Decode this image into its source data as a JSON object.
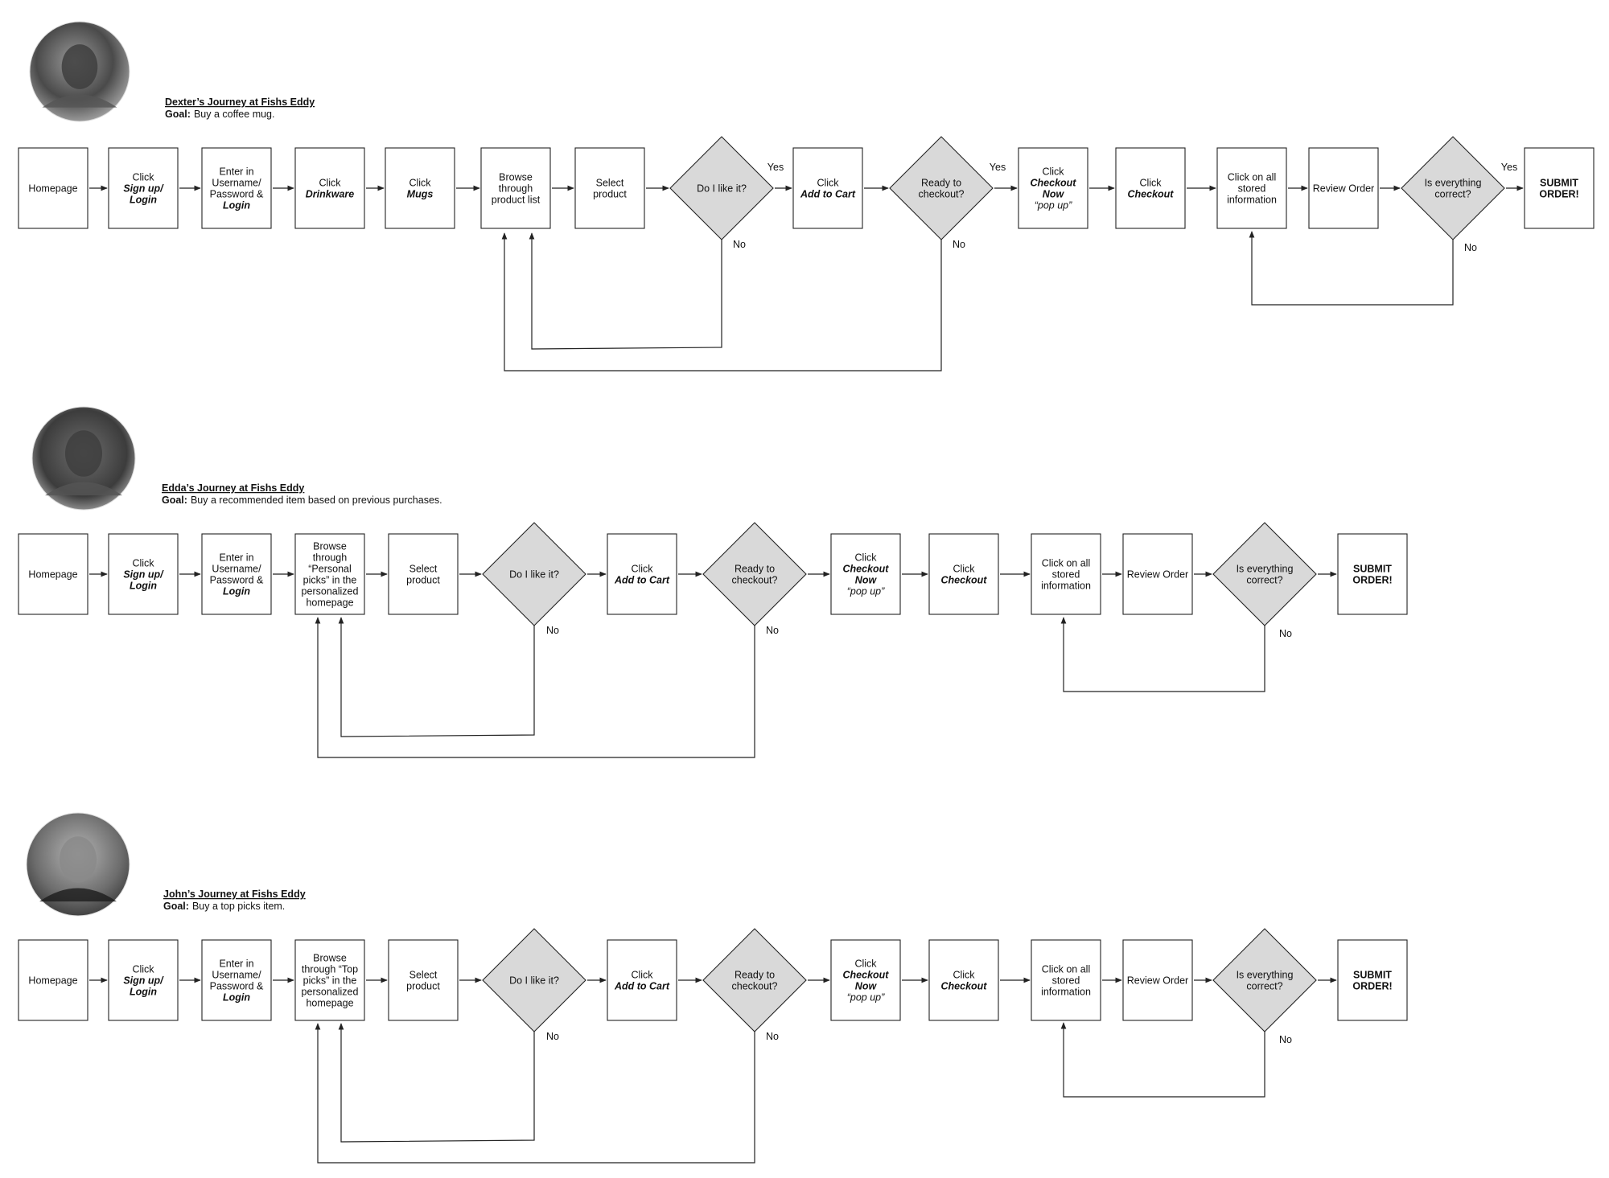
{
  "journeys": [
    {
      "title": "Dexter’s Journey at Fishs Eddy",
      "goal_label": "Goal:",
      "goal": "Buy a coffee mug.",
      "avatar": "portrait-photo",
      "steps": [
        {
          "id": "homepage",
          "type": "box",
          "lines": [
            {
              "t": "Homepage"
            }
          ]
        },
        {
          "id": "signup",
          "type": "box",
          "lines": [
            {
              "t": "Click"
            },
            {
              "t": "Sign up/",
              "s": "bi"
            },
            {
              "t": "Login",
              "s": "bi"
            }
          ]
        },
        {
          "id": "enter",
          "type": "box",
          "lines": [
            {
              "t": "Enter in"
            },
            {
              "t": "Username/"
            },
            {
              "t": "Password &"
            },
            {
              "t": "Login",
              "s": "bi"
            }
          ]
        },
        {
          "id": "drinkware",
          "type": "box",
          "lines": [
            {
              "t": "Click"
            },
            {
              "t": "Drinkware",
              "s": "bi"
            }
          ]
        },
        {
          "id": "mugs",
          "type": "box",
          "lines": [
            {
              "t": "Click"
            },
            {
              "t": "Mugs",
              "s": "bi"
            }
          ]
        },
        {
          "id": "browse",
          "type": "box",
          "lines": [
            {
              "t": "Browse"
            },
            {
              "t": "through"
            },
            {
              "t": "product list"
            }
          ]
        },
        {
          "id": "select",
          "type": "box",
          "lines": [
            {
              "t": "Select"
            },
            {
              "t": "product"
            }
          ]
        },
        {
          "id": "like",
          "type": "diamond",
          "lines": [
            {
              "t": "Do I like it?"
            }
          ],
          "yes": "Yes",
          "no": "No"
        },
        {
          "id": "cart",
          "type": "box",
          "lines": [
            {
              "t": "Click"
            },
            {
              "t": "Add to Cart",
              "s": "bi"
            }
          ]
        },
        {
          "id": "ready",
          "type": "diamond",
          "lines": [
            {
              "t": "Ready to"
            },
            {
              "t": "checkout?"
            }
          ],
          "yes": "Yes",
          "no": "No"
        },
        {
          "id": "checkoutnow",
          "type": "box",
          "lines": [
            {
              "t": "Click"
            },
            {
              "t": "Checkout",
              "s": "bi"
            },
            {
              "t": "Now",
              "s": "bi"
            },
            {
              "t": "“pop up”",
              "s": "i"
            }
          ]
        },
        {
          "id": "checkout",
          "type": "box",
          "lines": [
            {
              "t": "Click"
            },
            {
              "t": "Checkout",
              "s": "bi"
            }
          ]
        },
        {
          "id": "stored",
          "type": "box",
          "lines": [
            {
              "t": "Click on all"
            },
            {
              "t": "stored"
            },
            {
              "t": "information"
            }
          ]
        },
        {
          "id": "review",
          "type": "box",
          "lines": [
            {
              "t": "Review Order"
            }
          ]
        },
        {
          "id": "correct",
          "type": "diamond",
          "lines": [
            {
              "t": "Is everything"
            },
            {
              "t": "correct?"
            }
          ],
          "yes": "Yes",
          "no": "No"
        },
        {
          "id": "submit",
          "type": "box",
          "lines": [
            {
              "t": "SUBMIT",
              "s": "b"
            },
            {
              "t": "ORDER!",
              "s": "b"
            }
          ]
        }
      ]
    },
    {
      "title": "Edda’s Journey at Fishs Eddy",
      "goal_label": "Goal:",
      "goal": "Buy a recommended item based on previous purchases.",
      "avatar": "portrait-photo",
      "steps": [
        {
          "id": "homepage",
          "type": "box",
          "lines": [
            {
              "t": "Homepage"
            }
          ]
        },
        {
          "id": "signup",
          "type": "box",
          "lines": [
            {
              "t": "Click"
            },
            {
              "t": "Sign up/",
              "s": "bi"
            },
            {
              "t": "Login",
              "s": "bi"
            }
          ]
        },
        {
          "id": "enter",
          "type": "box",
          "lines": [
            {
              "t": "Enter in"
            },
            {
              "t": "Username/"
            },
            {
              "t": "Password &"
            },
            {
              "t": "Login",
              "s": "bi"
            }
          ]
        },
        {
          "id": "browse",
          "type": "box",
          "lines": [
            {
              "t": "Browse"
            },
            {
              "t": "through"
            },
            {
              "t": "“Personal"
            },
            {
              "t": "picks” in the"
            },
            {
              "t": "personalized"
            },
            {
              "t": "homepage"
            }
          ]
        },
        {
          "id": "select",
          "type": "box",
          "lines": [
            {
              "t": "Select"
            },
            {
              "t": "product"
            }
          ]
        },
        {
          "id": "like",
          "type": "diamond",
          "lines": [
            {
              "t": "Do I like it?"
            }
          ],
          "yes": "",
          "no": "No"
        },
        {
          "id": "cart",
          "type": "box",
          "lines": [
            {
              "t": "Click"
            },
            {
              "t": "Add to Cart",
              "s": "bi"
            }
          ]
        },
        {
          "id": "ready",
          "type": "diamond",
          "lines": [
            {
              "t": "Ready to"
            },
            {
              "t": "checkout?"
            }
          ],
          "yes": "",
          "no": "No"
        },
        {
          "id": "checkoutnow",
          "type": "box",
          "lines": [
            {
              "t": "Click"
            },
            {
              "t": "Checkout",
              "s": "bi"
            },
            {
              "t": "Now",
              "s": "bi"
            },
            {
              "t": "“pop up”",
              "s": "i"
            }
          ]
        },
        {
          "id": "checkout",
          "type": "box",
          "lines": [
            {
              "t": "Click"
            },
            {
              "t": "Checkout",
              "s": "bi"
            }
          ]
        },
        {
          "id": "stored",
          "type": "box",
          "lines": [
            {
              "t": "Click on all"
            },
            {
              "t": "stored"
            },
            {
              "t": "information"
            }
          ]
        },
        {
          "id": "review",
          "type": "box",
          "lines": [
            {
              "t": "Review Order"
            }
          ]
        },
        {
          "id": "correct",
          "type": "diamond",
          "lines": [
            {
              "t": "Is everything"
            },
            {
              "t": "correct?"
            }
          ],
          "yes": "",
          "no": "No"
        },
        {
          "id": "submit",
          "type": "box",
          "lines": [
            {
              "t": "SUBMIT",
              "s": "b"
            },
            {
              "t": "ORDER!",
              "s": "b"
            }
          ]
        }
      ]
    },
    {
      "title": "John’s Journey at Fishs Eddy",
      "goal_label": "Goal:",
      "goal": "Buy a top picks item.",
      "avatar": "portrait-photo",
      "steps": [
        {
          "id": "homepage",
          "type": "box",
          "lines": [
            {
              "t": "Homepage"
            }
          ]
        },
        {
          "id": "signup",
          "type": "box",
          "lines": [
            {
              "t": "Click"
            },
            {
              "t": "Sign up/",
              "s": "bi"
            },
            {
              "t": "Login",
              "s": "bi"
            }
          ]
        },
        {
          "id": "enter",
          "type": "box",
          "lines": [
            {
              "t": "Enter in"
            },
            {
              "t": "Username/"
            },
            {
              "t": "Password &"
            },
            {
              "t": "Login",
              "s": "bi"
            }
          ]
        },
        {
          "id": "browse",
          "type": "box",
          "lines": [
            {
              "t": "Browse"
            },
            {
              "t": "through “Top"
            },
            {
              "t": "picks” in the"
            },
            {
              "t": "personalized"
            },
            {
              "t": "homepage"
            }
          ]
        },
        {
          "id": "select",
          "type": "box",
          "lines": [
            {
              "t": "Select"
            },
            {
              "t": "product"
            }
          ]
        },
        {
          "id": "like",
          "type": "diamond",
          "lines": [
            {
              "t": "Do I like it?"
            }
          ],
          "yes": "",
          "no": "No"
        },
        {
          "id": "cart",
          "type": "box",
          "lines": [
            {
              "t": "Click"
            },
            {
              "t": "Add to Cart",
              "s": "bi"
            }
          ]
        },
        {
          "id": "ready",
          "type": "diamond",
          "lines": [
            {
              "t": "Ready to"
            },
            {
              "t": "checkout?"
            }
          ],
          "yes": "",
          "no": "No"
        },
        {
          "id": "checkoutnow",
          "type": "box",
          "lines": [
            {
              "t": "Click"
            },
            {
              "t": "Checkout",
              "s": "bi"
            },
            {
              "t": "Now",
              "s": "bi"
            },
            {
              "t": "“pop up”",
              "s": "i"
            }
          ]
        },
        {
          "id": "checkout",
          "type": "box",
          "lines": [
            {
              "t": "Click"
            },
            {
              "t": "Checkout",
              "s": "bi"
            }
          ]
        },
        {
          "id": "stored",
          "type": "box",
          "lines": [
            {
              "t": "Click on all"
            },
            {
              "t": "stored"
            },
            {
              "t": "information"
            }
          ]
        },
        {
          "id": "review",
          "type": "box",
          "lines": [
            {
              "t": "Review Order"
            }
          ]
        },
        {
          "id": "correct",
          "type": "diamond",
          "lines": [
            {
              "t": "Is everything"
            },
            {
              "t": "correct?"
            }
          ],
          "yes": "",
          "no": "No"
        },
        {
          "id": "submit",
          "type": "box",
          "lines": [
            {
              "t": "SUBMIT",
              "s": "b"
            },
            {
              "t": "ORDER!",
              "s": "b"
            }
          ]
        }
      ]
    }
  ],
  "colors": {
    "diamond_fill": "#d9d9d9",
    "box_fill": "#ffffff",
    "stroke": "#222222"
  }
}
